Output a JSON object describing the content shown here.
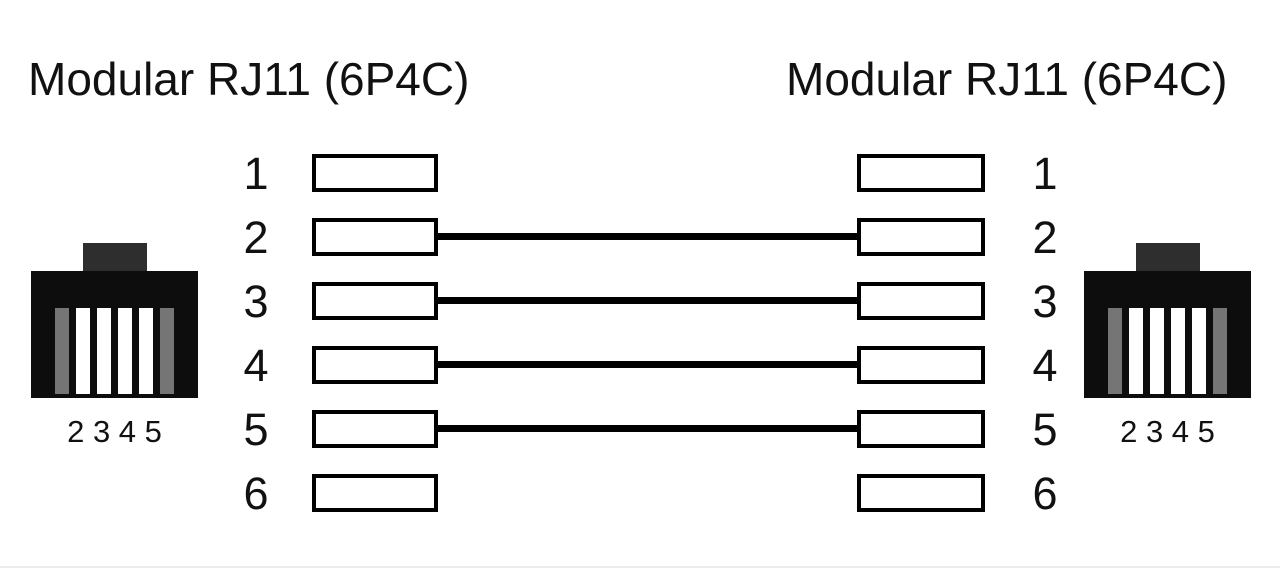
{
  "left_connector": {
    "title": "Modular RJ11 (6P4C)",
    "jack_label": "2 3 4 5",
    "pins": [
      "1",
      "2",
      "3",
      "4",
      "5",
      "6"
    ]
  },
  "right_connector": {
    "title": "Modular RJ11 (6P4C)",
    "jack_label": "2 3 4 5",
    "pins": [
      "1",
      "2",
      "3",
      "4",
      "5",
      "6"
    ]
  },
  "wiring": {
    "connected_pins": [
      2,
      3,
      4,
      5
    ]
  },
  "colors": {
    "background": "#ffffff",
    "wire": "#000000",
    "text": "#111111",
    "jack_body": "#0d0d0d",
    "jack_tab": "#2e2e2e",
    "jack_outer_slot": "#757575",
    "jack_inner_slot": "#ffffff",
    "bottom_edge": "#ececec"
  }
}
